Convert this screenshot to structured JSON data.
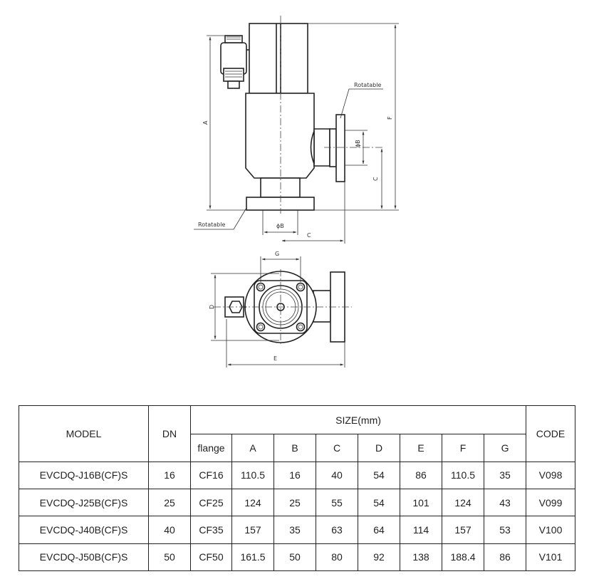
{
  "drawing": {
    "labels": {
      "rotatable_top": "Rotatable",
      "rotatable_bottom": "Rotatable",
      "A": "A",
      "B": "ϕB",
      "B_bottom": "ϕB",
      "C": "C",
      "C_bottom": "C",
      "F": "F",
      "G": "G",
      "D": "D",
      "E": "E"
    }
  },
  "table": {
    "header": {
      "model": "MODEL",
      "dn": "DN",
      "size": "SIZE(mm)",
      "code": "CODE",
      "columns": [
        "flange",
        "A",
        "B",
        "C",
        "D",
        "E",
        "F",
        "G"
      ]
    },
    "rows": [
      {
        "model": "EVCDQ-J16B(CF)S",
        "dn": "16",
        "flange": "CF16",
        "A": "110.5",
        "B": "16",
        "C": "40",
        "D": "54",
        "E": "86",
        "F": "110.5",
        "G": "35",
        "code": "V098"
      },
      {
        "model": "EVCDQ-J25B(CF)S",
        "dn": "25",
        "flange": "CF25",
        "A": "124",
        "B": "25",
        "C": "55",
        "D": "54",
        "E": "101",
        "F": "124",
        "G": "43",
        "code": "V099"
      },
      {
        "model": "EVCDQ-J40B(CF)S",
        "dn": "40",
        "flange": "CF35",
        "A": "157",
        "B": "35",
        "C": "63",
        "D": "64",
        "E": "114",
        "F": "157",
        "G": "53",
        "code": "V100"
      },
      {
        "model": "EVCDQ-J50B(CF)S",
        "dn": "50",
        "flange": "CF50",
        "A": "161.5",
        "B": "50",
        "C": "80",
        "D": "92",
        "E": "138",
        "F": "188.4",
        "G": "86",
        "code": "V101"
      }
    ]
  }
}
